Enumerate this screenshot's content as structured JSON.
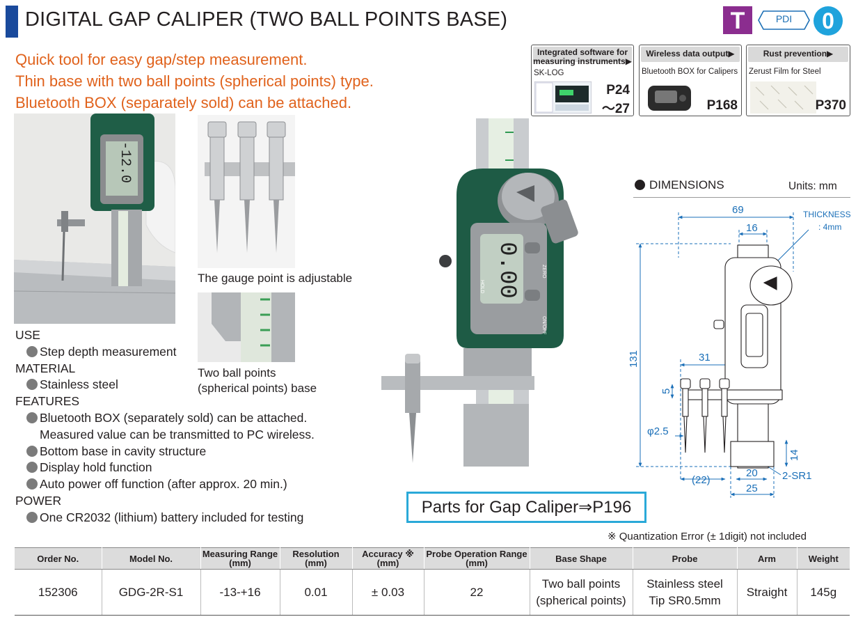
{
  "header": {
    "title": "DIGITAL GAP CALIPER (TWO BALL POINTS BASE)",
    "badges": {
      "t": "T",
      "pdi": "PDI",
      "zero": "0"
    },
    "colors": {
      "title_bar": "#1a4a9c",
      "t_badge": "#8b2d8f",
      "zero_badge": "#1fa3dc",
      "accent": "#e0621c",
      "parts_border": "#2aa9d8"
    }
  },
  "intro": [
    "Quick tool for easy gap/step measurement.",
    "Thin base with two ball points (spherical points) type.",
    "Bluetooth BOX (separately sold) can be attached."
  ],
  "refs": [
    {
      "head1": "Integrated software for",
      "head2": "measuring instruments",
      "sub": "SK-LOG",
      "page1": "P24",
      "page2": "～27"
    },
    {
      "head": "Wireless data output",
      "sub": "Bluetooth BOX for Calipers",
      "page": "P168"
    },
    {
      "head": "Rust prevention",
      "sub": "Zerust Film for Steel",
      "page": "P370"
    }
  ],
  "captions": {
    "adjustable": "The gauge point is adjustable",
    "base1": "Two ball points",
    "base2": "(spherical points) base"
  },
  "display": {
    "reading1": "-12.0",
    "reading2": "0.00",
    "hold": "HOLD",
    "zero": "ZERO",
    "onoff": "ON/OFF"
  },
  "spec": {
    "use_head": "USE",
    "use_items": [
      "Step depth measurement"
    ],
    "material_head": "MATERIAL",
    "material_items": [
      "Stainless steel"
    ],
    "features_head": "FEATURES",
    "features_items": [
      "Bluetooth BOX (separately sold) can be attached.",
      "Measured value can be transmitted to PC wireless.",
      "Bottom base in cavity structure",
      "Display hold function",
      "Auto power off function (after approx. 20 min.)"
    ],
    "power_head": "POWER",
    "power_items": [
      "One CR2032 (lithium) battery included for testing"
    ]
  },
  "parts": "Parts for Gap Caliper⇒P196",
  "dimensions": {
    "title": "DIMENSIONS",
    "units": "Units: mm",
    "labels": {
      "d69": "69",
      "d16": "16",
      "thickness1": "THICKNESS",
      "thickness2": ": 4mm",
      "d131": "131",
      "d31": "31",
      "d5": "5",
      "phi": "φ2.5",
      "d14": "14",
      "d22": "(22)",
      "d20": "20",
      "sr": "2-SR1",
      "d25": "25"
    }
  },
  "note": "※ Quantization Error (± 1digit) not included",
  "table": {
    "headers": [
      [
        "Order No.",
        ""
      ],
      [
        "Model No.",
        ""
      ],
      [
        "Measuring Range",
        "(mm)"
      ],
      [
        "Resolution",
        "(mm)"
      ],
      [
        "Accuracy ※",
        "(mm)"
      ],
      [
        "Probe Operation Range",
        "(mm)"
      ],
      [
        "Base Shape",
        ""
      ],
      [
        "Probe",
        ""
      ],
      [
        "Arm",
        ""
      ],
      [
        "Weight",
        ""
      ]
    ],
    "rows": [
      [
        [
          "152306"
        ],
        [
          "GDG-2R-S1"
        ],
        [
          "-13-+16"
        ],
        [
          "0.01"
        ],
        [
          "± 0.03"
        ],
        [
          "22"
        ],
        [
          "Two ball points",
          "(spherical points)"
        ],
        [
          "Stainless steel",
          "Tip SR0.5mm"
        ],
        [
          "Straight"
        ],
        [
          "145g"
        ]
      ]
    ]
  }
}
